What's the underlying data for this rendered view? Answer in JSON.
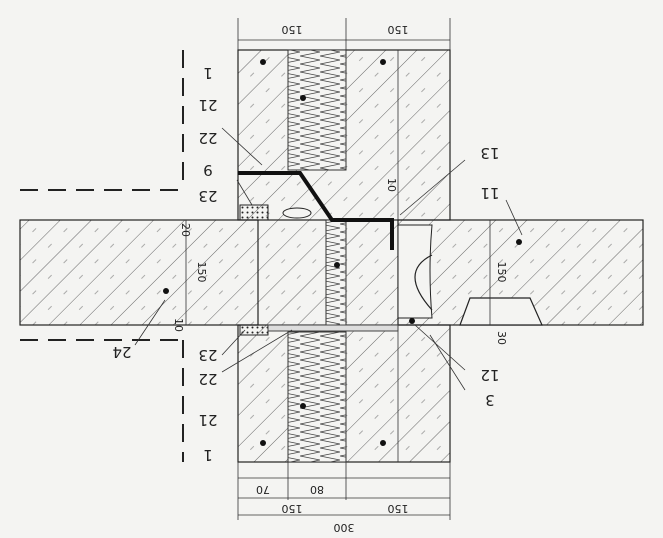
{
  "dimensions": {
    "top_left": "150",
    "top_right": "150",
    "bottom_70": "70",
    "bottom_80": "80",
    "bottom_150_left": "150",
    "bottom_150_right": "150",
    "bottom_300": "300",
    "slab_left": "150",
    "slab_right": "150",
    "gap_10_left": "10",
    "gap_20": "20",
    "gap_10_top": "10",
    "gap_30": "30"
  },
  "labels": {
    "l1_top": "1",
    "l21_top": "21",
    "l22_top": "22",
    "l9": "9",
    "l23_top": "23",
    "l13": "13",
    "l11": "11",
    "l24": "24",
    "l23_bot": "23",
    "l22_bot": "22",
    "l21_bot": "21",
    "l1_bot": "1",
    "l12": "12",
    "l3": "3"
  }
}
